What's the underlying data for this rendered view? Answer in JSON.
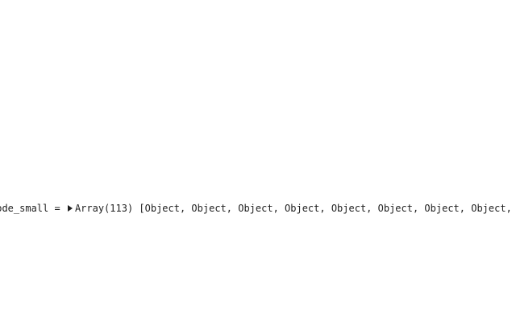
{
  "console": {
    "entry": {
      "variable_name": "code_small",
      "assign_operator": " = ",
      "expander_icon": "triangle-right-icon",
      "array_label": "Array(113)",
      "preview": " [Object, Object, Object, Object, Object, Object, Object, Object, Object, Object, Object"
    }
  }
}
